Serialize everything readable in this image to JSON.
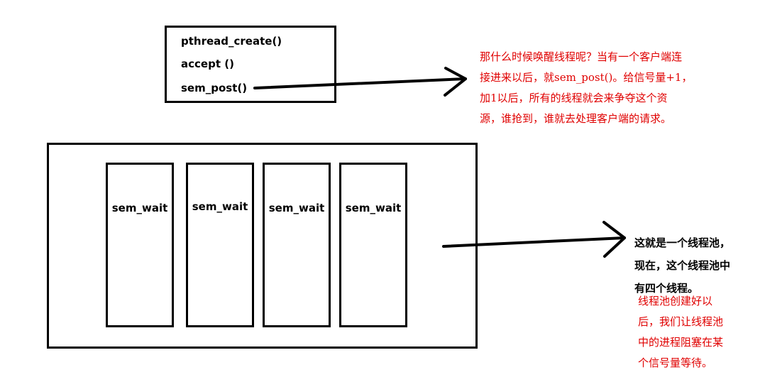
{
  "colors": {
    "red_text": "#e00000",
    "black": "#000000"
  },
  "top_box": {
    "lines": [
      "pthread_create()",
      "accept  ()",
      "sem_post()"
    ]
  },
  "pool": {
    "threads": [
      {
        "label": "sem_wait"
      },
      {
        "label": "sem_wait"
      },
      {
        "label": "sem_wait"
      },
      {
        "label": "sem_wait"
      }
    ]
  },
  "notes": {
    "wake_note": {
      "lines": [
        "那什么时候唤醒线程呢？当有一个客户端连",
        "接进来以后，就sem_post()。给信号量+1，",
        "加1以后，所有的线程就会来争夺这个资",
        "源，谁抢到，谁就去处理客户端的请求。"
      ]
    },
    "pool_note": {
      "lines": [
        "这就是一个线程池，",
        "现在，这个线程池中",
        "有四个线程。"
      ]
    },
    "block_note": {
      "lines": [
        "线程池创建好以",
        "后，我们让线程池",
        "中的进程阻塞在某",
        "个信号量等待。"
      ]
    }
  }
}
